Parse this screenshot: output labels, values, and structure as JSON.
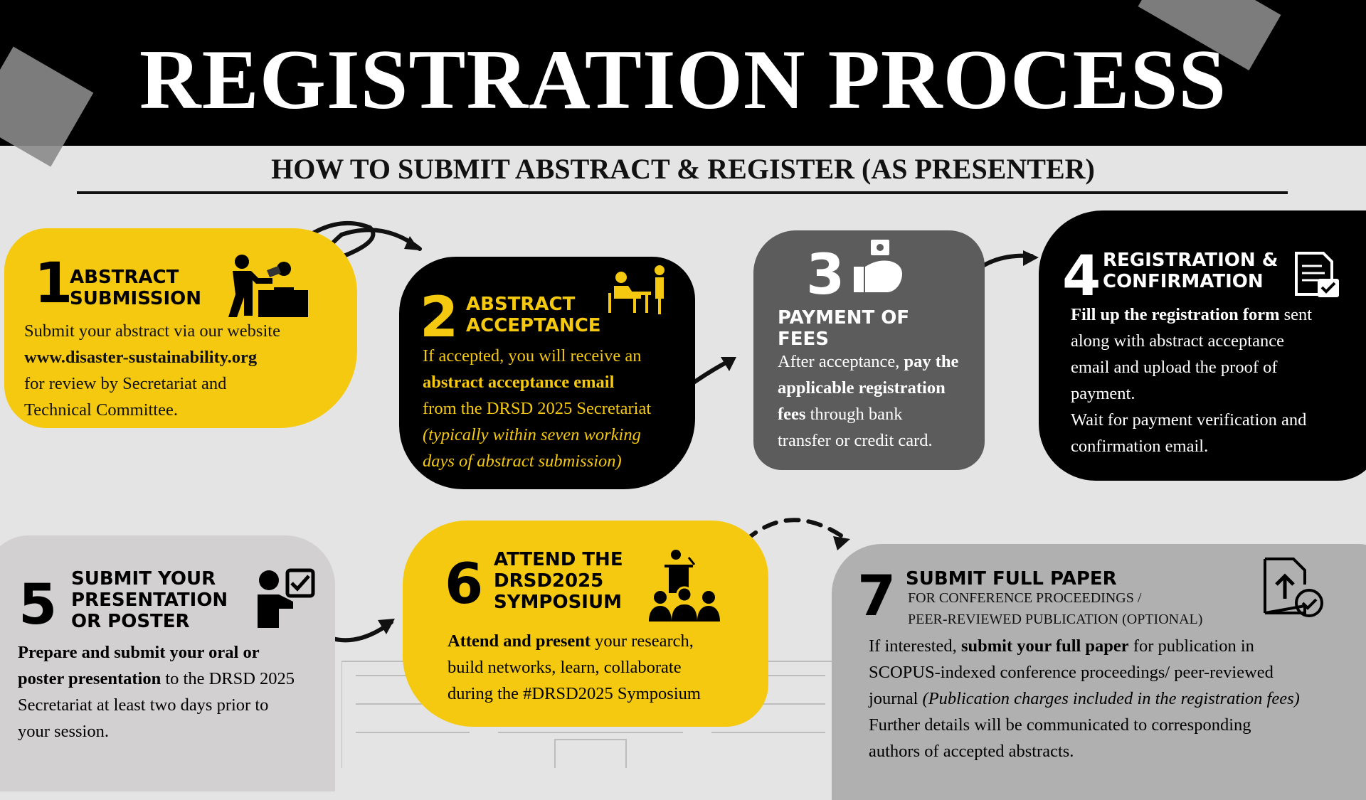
{
  "title": "REGISTRATION PROCESS",
  "subtitle": "HOW TO SUBMIT ABSTRACT & REGISTER (AS PRESENTER)",
  "colors": {
    "yellow": "#f5c90f",
    "black": "#000000",
    "dark_gray": "#5c5c5c",
    "light_gray": "#d2d0d0",
    "mid_gray": "#b0b0b0",
    "background": "#e4e4e4"
  },
  "steps": [
    {
      "number": "1",
      "heading": "Abstract Submission",
      "icon": "presenter-at-desk-icon",
      "text": [
        "Submit your abstract via our website",
        "www.disaster-sustainability.org",
        "for review by Secretariat and",
        "Technical Committee."
      ]
    },
    {
      "number": "2",
      "heading": "Abstract Acceptance",
      "icon": "meeting-icon",
      "text": [
        "If accepted, you will receive an",
        "abstract acceptance email",
        "from the DRSD 2025 Secretariat",
        "(typically within seven working",
        "days of abstract submission)"
      ]
    },
    {
      "number": "3",
      "heading": "Payment of Fees",
      "icon": "hand-money-icon",
      "text": [
        "After acceptance,",
        "pay the",
        "applicable registration",
        "fees",
        " through bank",
        "transfer or credit card."
      ]
    },
    {
      "number": "4",
      "heading": "Registration & Confirmation",
      "icon": "document-check-icon",
      "text": [
        "Fill up the registration form",
        " sent",
        "along with abstract acceptance",
        "email and upload the proof of",
        "payment.",
        "Wait for payment verification and",
        "confirmation email."
      ]
    },
    {
      "number": "5",
      "heading": "Submit your presentation or poster",
      "icon": "person-checklist-icon",
      "text": [
        "Prepare and submit your oral or",
        "poster presentation",
        " to the DRSD 2025",
        "Secretariat at least two days prior to",
        "your session."
      ]
    },
    {
      "number": "6",
      "heading": "Attend the DRSD2025 Symposium",
      "icon": "audience-podium-icon",
      "text": [
        "Attend and present",
        " your research,",
        "build networks, learn, collaborate",
        "during the #DRSD2025 Symposium"
      ]
    },
    {
      "number": "7",
      "heading": "Submit full paper",
      "sub": [
        "FOR CONFERENCE PROCEEDINGS /",
        "PEER-REVIEWED PUBLICATION (OPTIONAL)"
      ],
      "icon": "upload-document-check-icon",
      "text": [
        "If interested, ",
        "submit your full paper",
        " for publication in",
        "SCOPUS-indexed conference proceedings/ peer-reviewed",
        "journal ",
        "(Publication charges included in the registration fees)",
        "Further details will be communicated to corresponding",
        "authors of accepted abstracts."
      ]
    }
  ]
}
